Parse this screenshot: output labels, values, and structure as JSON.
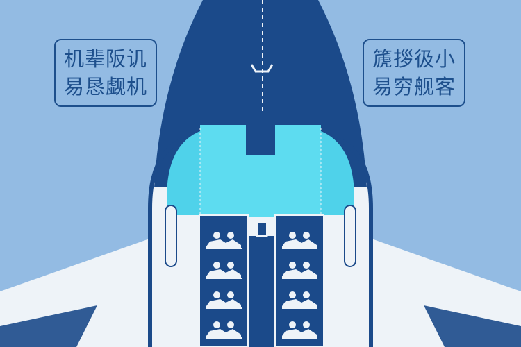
{
  "left_label": {
    "line1": "机辈阪讥",
    "line2": "易恳觑机"
  },
  "right_label": {
    "line1": "篪拶彶小",
    "line2": "易穷舰客"
  },
  "colors": {
    "background": "#93bbe3",
    "navy": "#1b4a8a",
    "cyan": "#4fd2ea",
    "white": "#eef3f8"
  },
  "seat_rows": 4
}
